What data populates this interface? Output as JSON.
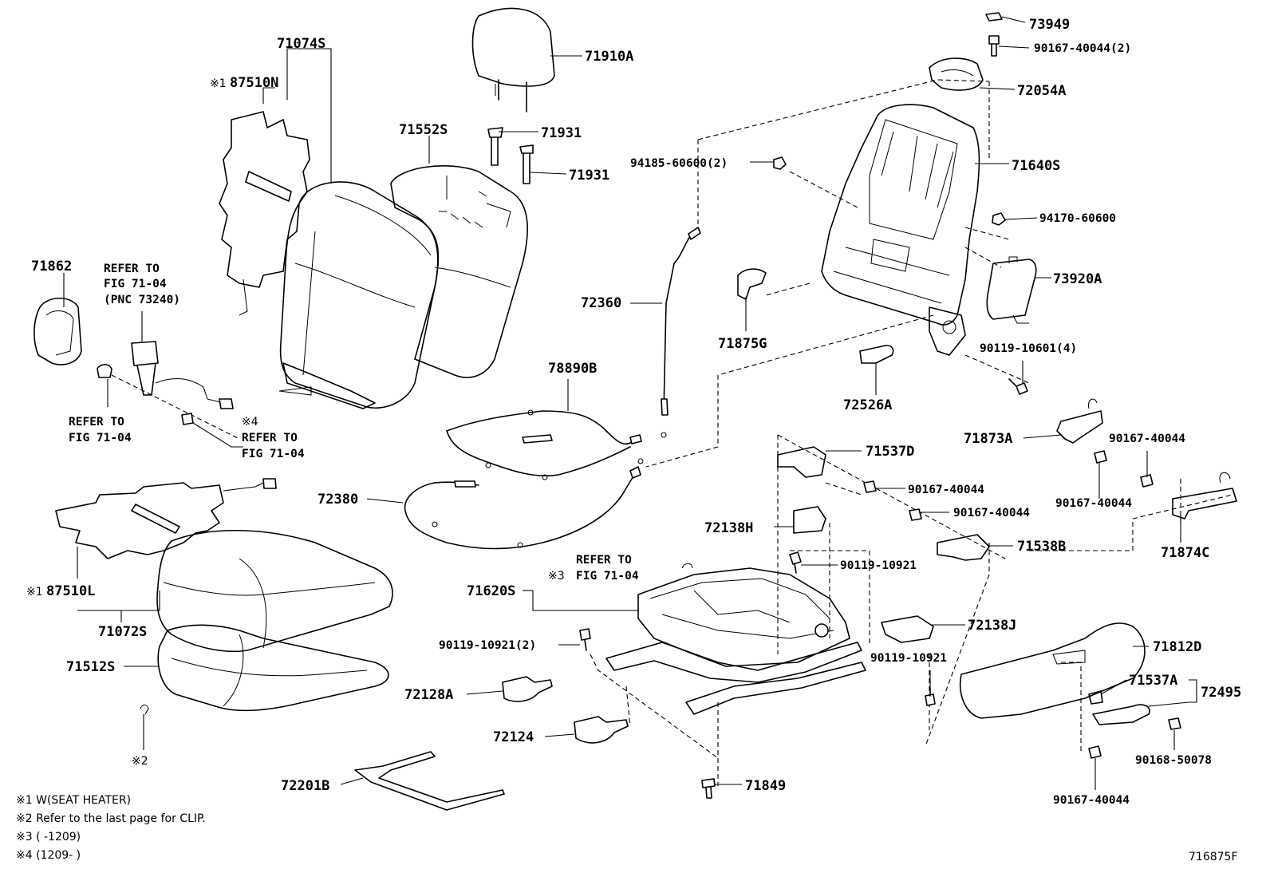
{
  "diagram": {
    "drawing_number": "716875F",
    "labels": {
      "p71074S": "71074S",
      "p87510N": "87510N",
      "m1_top": "※1",
      "p71910A": "71910A",
      "p71552S": "71552S",
      "p71931a": "71931",
      "p71931b": "71931",
      "p73949": "73949",
      "p90167_40044_2": "90167-40044(2)",
      "p72054A": "72054A",
      "p94185": "94185-60600(2)",
      "p71640S": "71640S",
      "p94170": "94170-60600",
      "p73920A": "73920A",
      "p71875G": "71875G",
      "p90119_10601": "90119-10601(4)",
      "p72526A": "72526A",
      "p72360": "72360",
      "p71862": "71862",
      "ref1_l1": "REFER TO",
      "ref1_l2": "FIG 71-04",
      "ref1_l3": "(PNC 73240)",
      "ref2_l1": "REFER TO",
      "ref2_l2": "FIG 71-04",
      "m4_mid": "※4",
      "ref3_l1": "REFER TO",
      "ref3_l2": "FIG 71-04",
      "p78890B": "78890B",
      "p72380": "72380",
      "p71873A": "71873A",
      "p90167_40044_r1": "90167-40044",
      "p90167_40044_r2": "90167-40044",
      "p71874C": "71874C",
      "p71537D": "71537D",
      "p90167_40044_c1": "90167-40044",
      "p90167_40044_c2": "90167-40044",
      "p72138H": "72138H",
      "p71538B": "71538B",
      "p90119_10921_c": "90119-10921",
      "ref4_l1": "REFER TO",
      "m3_mid": "※3",
      "ref4_l2": "FIG 71-04",
      "p71620S": "71620S",
      "m1_mid": "※1",
      "p87510L": "87510L",
      "p71072S": "71072S",
      "p71512S": "71512S",
      "p90119_10921_2": "90119-10921(2)",
      "p72138J": "72138J",
      "p90119_10921_r": "90119-10921",
      "p71812D": "71812D",
      "p71537A": "71537A",
      "p72495": "72495",
      "p72128A": "72128A",
      "p72124": "72124",
      "p90168_50078": "90168-50078",
      "p90167_40044_b": "90167-40044",
      "m2": "※2",
      "p72201B": "72201B",
      "p71849": "71849"
    },
    "notes": [
      "※1  W(SEAT HEATER)",
      "※2  Refer to the last page for CLIP.",
      "※3  (       -1209)",
      "※4  (1209-       )"
    ]
  }
}
